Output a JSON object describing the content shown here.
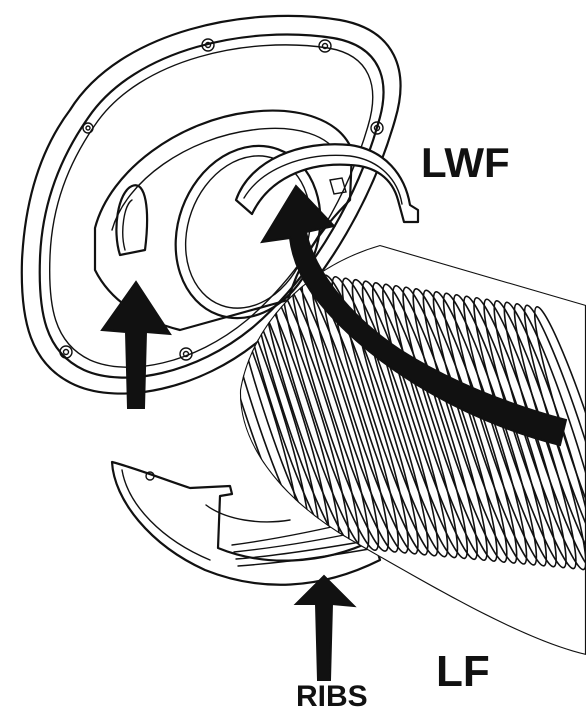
{
  "labels": {
    "lwf": "LWF",
    "lf": "LF",
    "ribs": "RIBS"
  },
  "colors": {
    "ink": "#111111",
    "paper": "#ffffff"
  }
}
